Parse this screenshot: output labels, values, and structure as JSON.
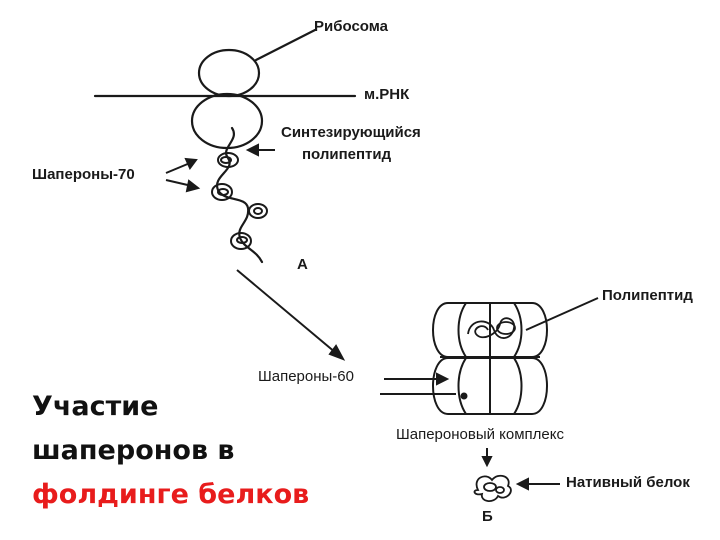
{
  "labels": {
    "ribosome": "Рибосома",
    "mrna": "м.РНК",
    "synth_line1": "Синтезирующийся",
    "synth_line2": "полипептид",
    "chaperones70": "Шапероны-70",
    "label_a": "А",
    "polypeptide": "Полипептид",
    "chaperones60": "Шапероны-60",
    "complex": "Шапероновый комплекс",
    "native": "Нативный белок",
    "label_b": "Б"
  },
  "caption": {
    "line1": "Участие",
    "line2": "шаперонов в",
    "line3": "фолдинге белков"
  },
  "colors": {
    "ink": "#1a1a1a",
    "caption_text": "#111111",
    "caption_accent": "#e81c1c",
    "background": "#ffffff"
  }
}
